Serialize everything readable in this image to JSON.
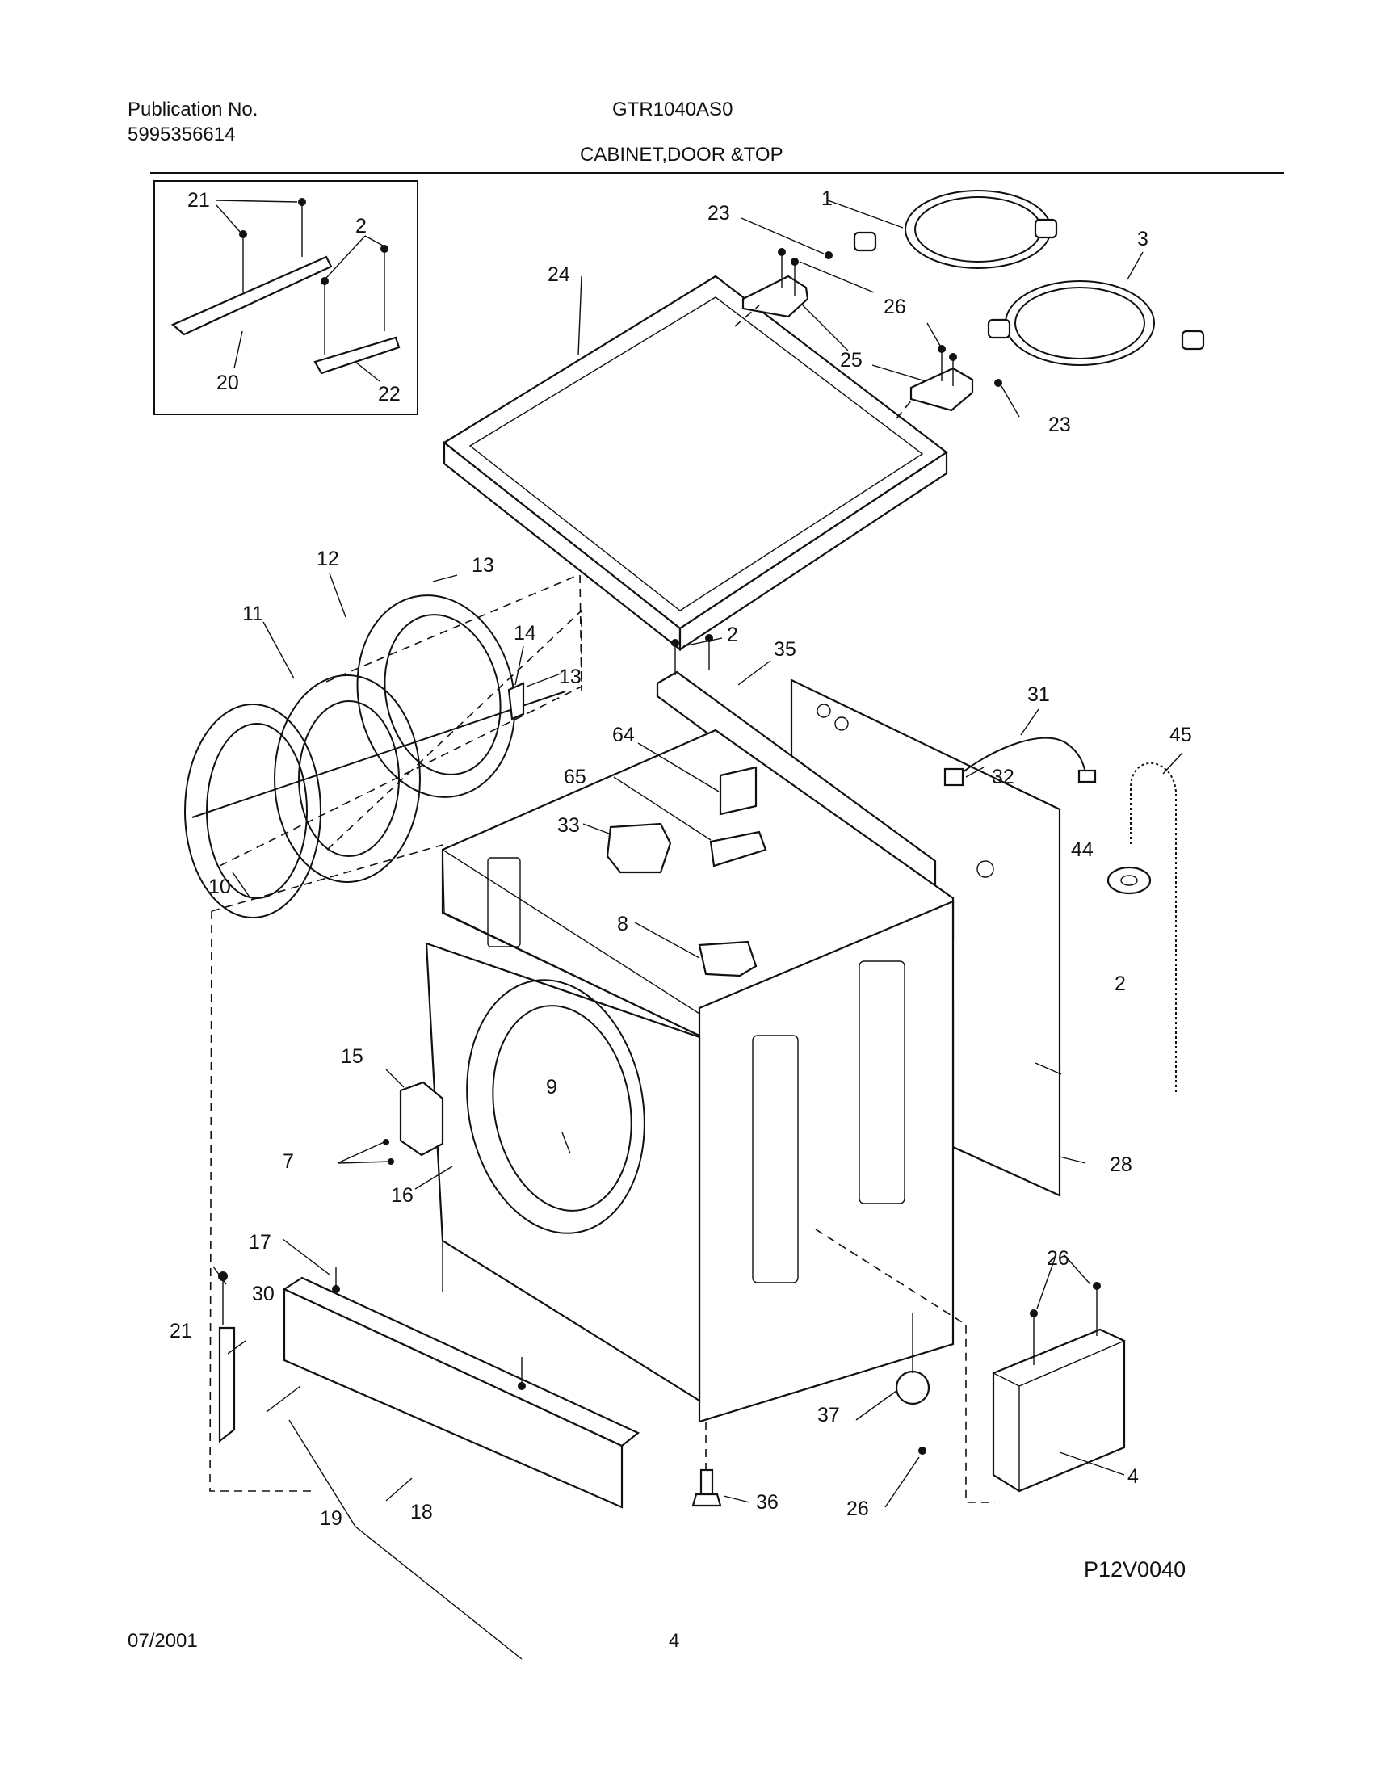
{
  "header": {
    "publication_label": "Publication No.",
    "publication_number": "5995356614",
    "model": "GTR1040AS0",
    "section_title": "CABINET,DOOR &TOP"
  },
  "diagram": {
    "part_labels": [
      "1",
      "2",
      "3",
      "4",
      "7",
      "8",
      "9",
      "10",
      "11",
      "12",
      "13",
      "14",
      "15",
      "16",
      "17",
      "18",
      "19",
      "20",
      "21",
      "22",
      "23",
      "24",
      "25",
      "26",
      "28",
      "30",
      "31",
      "32",
      "33",
      "35",
      "36",
      "37",
      "44",
      "45",
      "64",
      "65"
    ],
    "figure_code": "P12V0040"
  },
  "footer": {
    "date": "07/2001",
    "page_number": "4"
  }
}
